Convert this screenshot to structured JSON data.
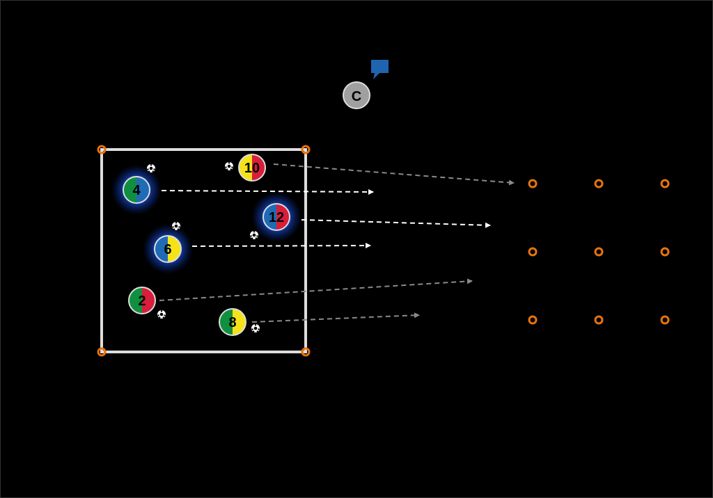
{
  "colors": {
    "background": "#000000",
    "cone": "#e8730c",
    "field_line": "#dddddd",
    "green": "#0f8f3f",
    "blue": "#1f6bb5",
    "yellow": "#f5e31a",
    "red": "#d81e3a",
    "coach": "#a0a0a0",
    "bubble": "#1f64b0",
    "run_arrow": "#ffffff",
    "pass_arrow": "#8a8a8a"
  },
  "coach": {
    "label": "C",
    "icon": "speech-bubble-icon"
  },
  "players": [
    {
      "number": "4",
      "left": "green",
      "right": "blue",
      "highlight": true
    },
    {
      "number": "10",
      "left": "yellow",
      "right": "red",
      "highlight": false
    },
    {
      "number": "12",
      "left": "blue",
      "right": "red",
      "highlight": true
    },
    {
      "number": "6",
      "left": "blue",
      "right": "yellow",
      "highlight": true
    },
    {
      "number": "2",
      "left": "green",
      "right": "red",
      "highlight": false
    },
    {
      "number": "8",
      "left": "green",
      "right": "yellow",
      "highlight": false
    }
  ],
  "arrows": [
    {
      "from_player": "4",
      "style": "run"
    },
    {
      "from_player": "10",
      "style": "pass"
    },
    {
      "from_player": "12",
      "style": "run"
    },
    {
      "from_player": "6",
      "style": "run"
    },
    {
      "from_player": "2",
      "style": "pass"
    },
    {
      "from_player": "8",
      "style": "pass"
    }
  ],
  "ball_icon": "soccer-ball-icon",
  "cone_grid": {
    "rows": 3,
    "cols": 3
  }
}
